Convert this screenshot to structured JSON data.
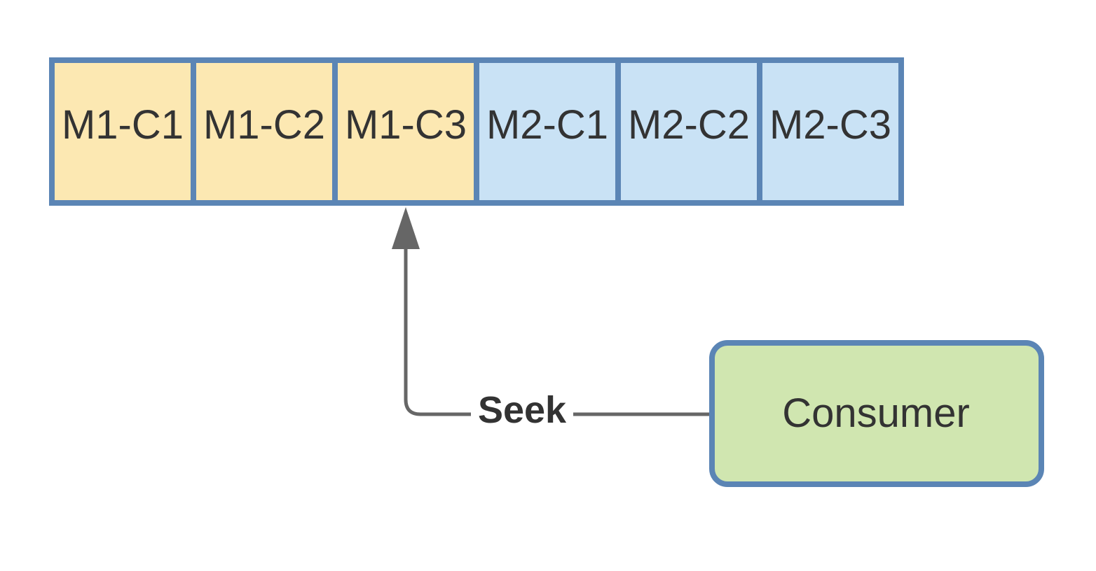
{
  "log": {
    "cells": [
      {
        "label": "M1-C1",
        "group": "m1"
      },
      {
        "label": "M1-C2",
        "group": "m1"
      },
      {
        "label": "M1-C3",
        "group": "m1"
      },
      {
        "label": "M2-C1",
        "group": "m2"
      },
      {
        "label": "M2-C2",
        "group": "m2"
      },
      {
        "label": "M2-C3",
        "group": "m2"
      }
    ]
  },
  "consumer": {
    "label": "Consumer"
  },
  "edge": {
    "label": "Seek",
    "from": "consumer",
    "to": "M1-C3"
  },
  "colors": {
    "m1_fill": "#fce8b2",
    "m2_fill": "#c9e2f5",
    "consumer_fill": "#d0e6b0",
    "border": "#5b85b5",
    "arrow": "#666666",
    "text": "#333333"
  }
}
